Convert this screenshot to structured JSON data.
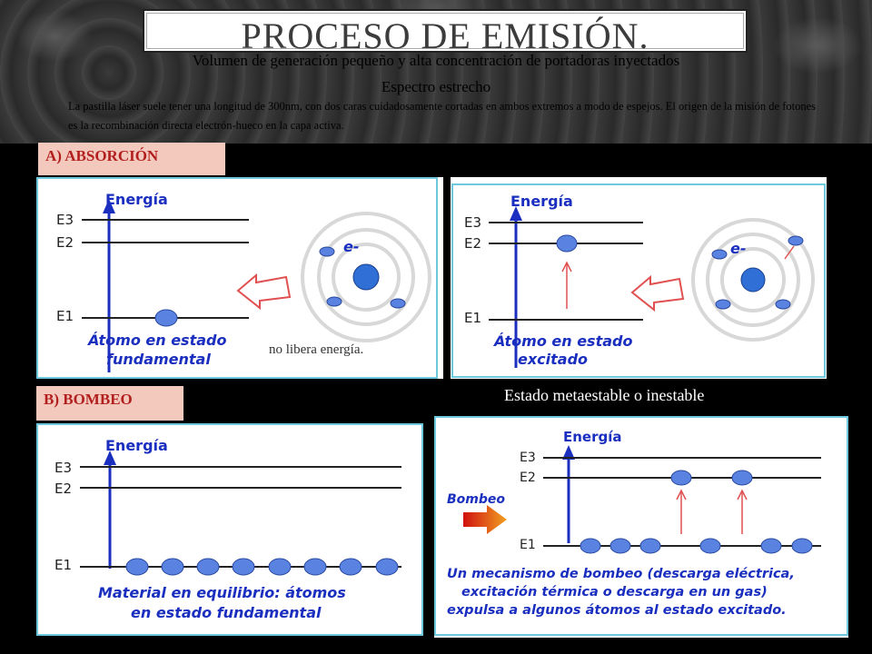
{
  "title": "PROCESO DE EMISIÓN.",
  "subtitle_1": "Volumen de generación pequeño y alta concentración de portadoras inyectados",
  "subtitle_2": "Espectro estrecho",
  "description": "La pastilla láser suele tener una longitud de 300nm, con dos caras cuidadosamente cortadas en ambos extremos a modo de espejos. El origen de la misión de fotones es la recombinación directa electrón-hueco en la capa activa.",
  "section_a": {
    "label": "A) ABSORCIÓN",
    "panel_left": {
      "energy": "Energía",
      "levels": [
        "E3",
        "E2",
        "E1"
      ],
      "atom_label": "e-",
      "caption_line1": "Átomo en estado",
      "caption_line2": "fundamental",
      "note": "no libera energía."
    },
    "panel_right": {
      "energy": "Energía",
      "levels": [
        "E3",
        "E2",
        "E1"
      ],
      "atom_label": "e-",
      "caption_line1": "Átomo en estado",
      "caption_line2": "excitado"
    }
  },
  "metastable_caption": "Estado metaestable o inestable",
  "section_b": {
    "label": "B) BOMBEO",
    "panel_left": {
      "energy": "Energía",
      "levels": [
        "E3",
        "E2",
        "E1"
      ],
      "caption_line1": "Material en equilibrio: átomos",
      "caption_line2": "en estado fundamental"
    },
    "panel_right": {
      "energy": "Energía",
      "levels": [
        "E3",
        "E2",
        "E1"
      ],
      "pump_label": "Bombeo",
      "caption_line1": "Un mecanismo de bombeo (descarga eléctrica,",
      "caption_line2": "excitación térmica o descarga en un gas)",
      "caption_line3": "expulsa a algunos átomos al estado excitado."
    }
  },
  "colors": {
    "axis_blue": "#1a2fbf",
    "caption_blue": "#1a2fbf",
    "label_red": "#b21f1f",
    "label_bg": "#f4c9bd",
    "panel_border": "#6fc9de",
    "electron_blue": "#5a82e0",
    "arrow_red": "#e05050"
  }
}
